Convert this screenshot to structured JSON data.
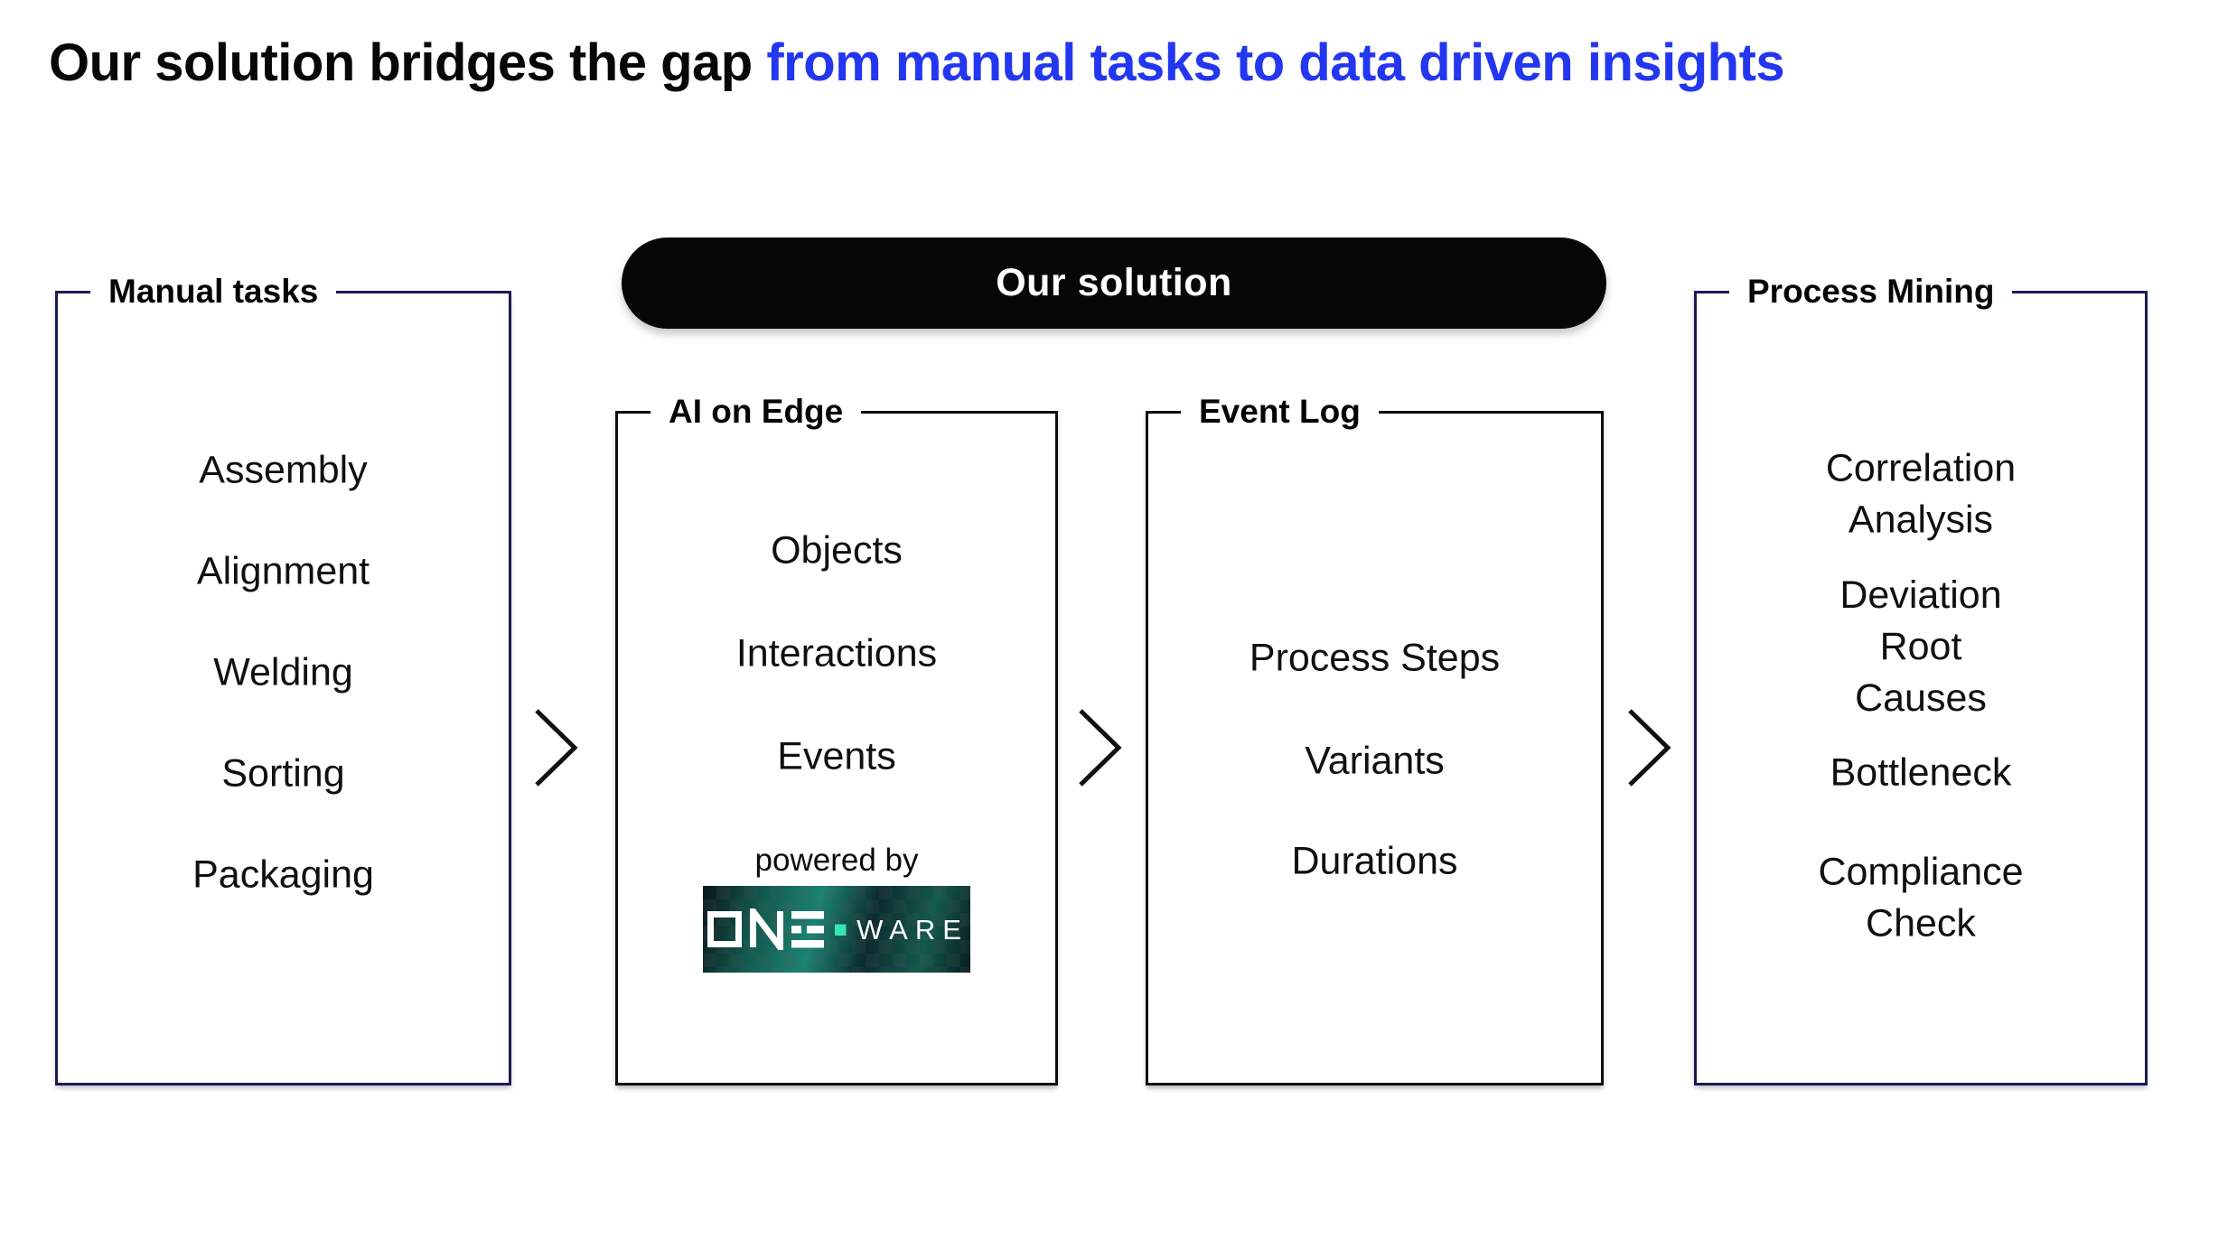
{
  "title": {
    "black_part": "Our solution bridges the gap ",
    "blue_part": "from manual tasks to data driven insights"
  },
  "solution": {
    "banner_label": "Our solution"
  },
  "panels": [
    {
      "label": "Manual tasks",
      "items": [
        "Assembly",
        "Alignment",
        "Welding",
        "Sorting",
        "Packaging"
      ]
    },
    {
      "label": "AI on Edge",
      "items": [
        "Objects",
        "Interactions",
        "Events"
      ],
      "powered_by_label": "powered by",
      "logo": {
        "brand_one": "ONE",
        "brand_ware": "WARE",
        "aria": "ONE WARE logo"
      }
    },
    {
      "label": "Event Log",
      "items": [
        "Process Steps",
        "Variants",
        "Durations"
      ]
    },
    {
      "label": "Process Mining",
      "items": [
        "Correlation\nAnalysis",
        "Deviation Root\nCauses",
        "Bottleneck",
        "Compliance\nCheck"
      ]
    }
  ],
  "colors": {
    "accent_blue": "#2337F0",
    "pill_background": "#060606",
    "outer_panel_border": "#1A1A52",
    "inner_panel_border": "#0D0D0D",
    "logo_teal": "#1A8472",
    "logo_mint": "#35E5B2",
    "text": "#101010"
  }
}
